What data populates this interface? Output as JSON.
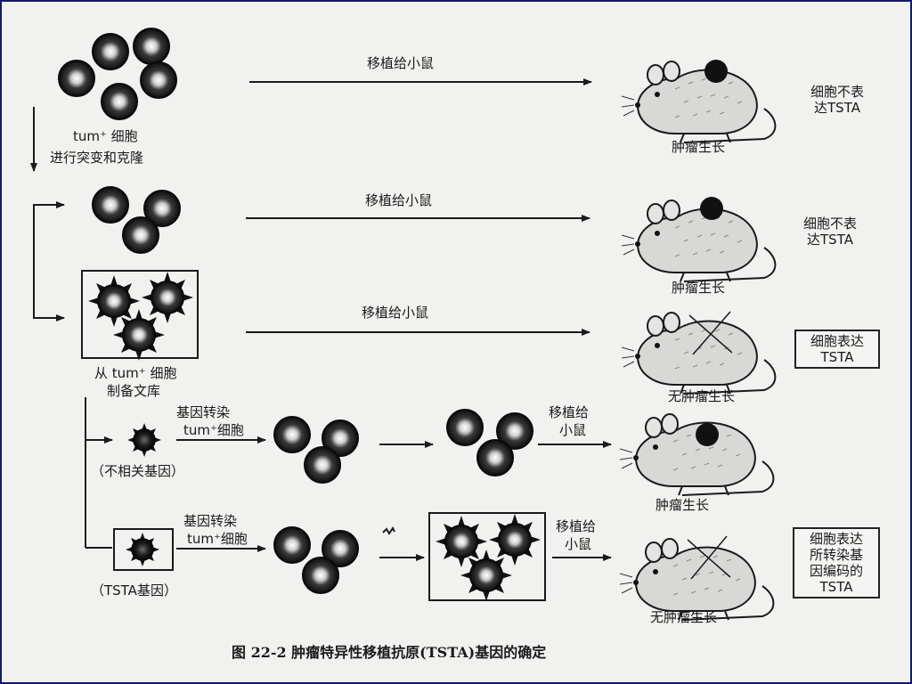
{
  "rows": [
    {
      "start_text": "tum⁺ 细胞",
      "step_text": "进行突变和克隆",
      "arrow_label": "移植给小鼠",
      "result": "肿瘤生长",
      "note": "细胞不表达TSTA"
    },
    {
      "arrow_label": "移植给小鼠",
      "result": "肿瘤生长",
      "note": "细胞不表达TSTA"
    },
    {
      "library_label_1": "从 tum⁺ 细胞",
      "library_label_2": "制备文库",
      "arrow_label": "移植给小鼠",
      "result": "无肿瘤生长",
      "note": "细胞表达TSTA"
    },
    {
      "gene_label": "（不相关基因）",
      "transfect_1": "基因转染",
      "transfect_2": "tum⁺细胞",
      "arrow_label_1": "移植给",
      "arrow_label_2": "小鼠",
      "result": "肿瘤生长"
    },
    {
      "gene_label": "（TSTA基因）",
      "transfect_1": "基因转染",
      "transfect_2": "tum⁺细胞",
      "arrow_label_1": "移植给",
      "arrow_label_2": "小鼠",
      "result": "无肿瘤生长",
      "note": "细胞表达所转染基因编码的TSTA"
    }
  ],
  "note_lines": {
    "r0": [
      "细胞不表",
      "达TSTA"
    ],
    "r1": [
      "细胞不表",
      "达TSTA"
    ],
    "r2": [
      "细胞表达",
      "TSTA"
    ],
    "r4": [
      "细胞表达",
      "所转染基",
      "因编码的",
      "TSTA"
    ]
  },
  "caption": "图 22-2   肿瘤特异性移植抗原(TSTA)基因的确定",
  "colors": {
    "background": "#f1f1ef",
    "frame": "#141a6b",
    "ink": "#1a1a1a"
  }
}
